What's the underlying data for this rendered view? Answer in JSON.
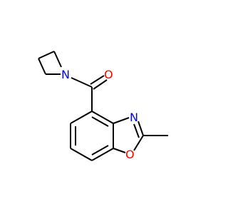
{
  "molecule": {
    "atoms": [
      {
        "name": "atom-n-azetidine",
        "symbol": "N",
        "color": "#0000ff"
      },
      {
        "name": "atom-o-carbonyl",
        "symbol": "O",
        "color": "#ff0000"
      },
      {
        "name": "atom-n-oxazole",
        "symbol": "N",
        "color": "#0000ff"
      },
      {
        "name": "atom-o-oxazole",
        "symbol": "O",
        "color": "#ff0000"
      }
    ],
    "bond_color": "#000000"
  }
}
